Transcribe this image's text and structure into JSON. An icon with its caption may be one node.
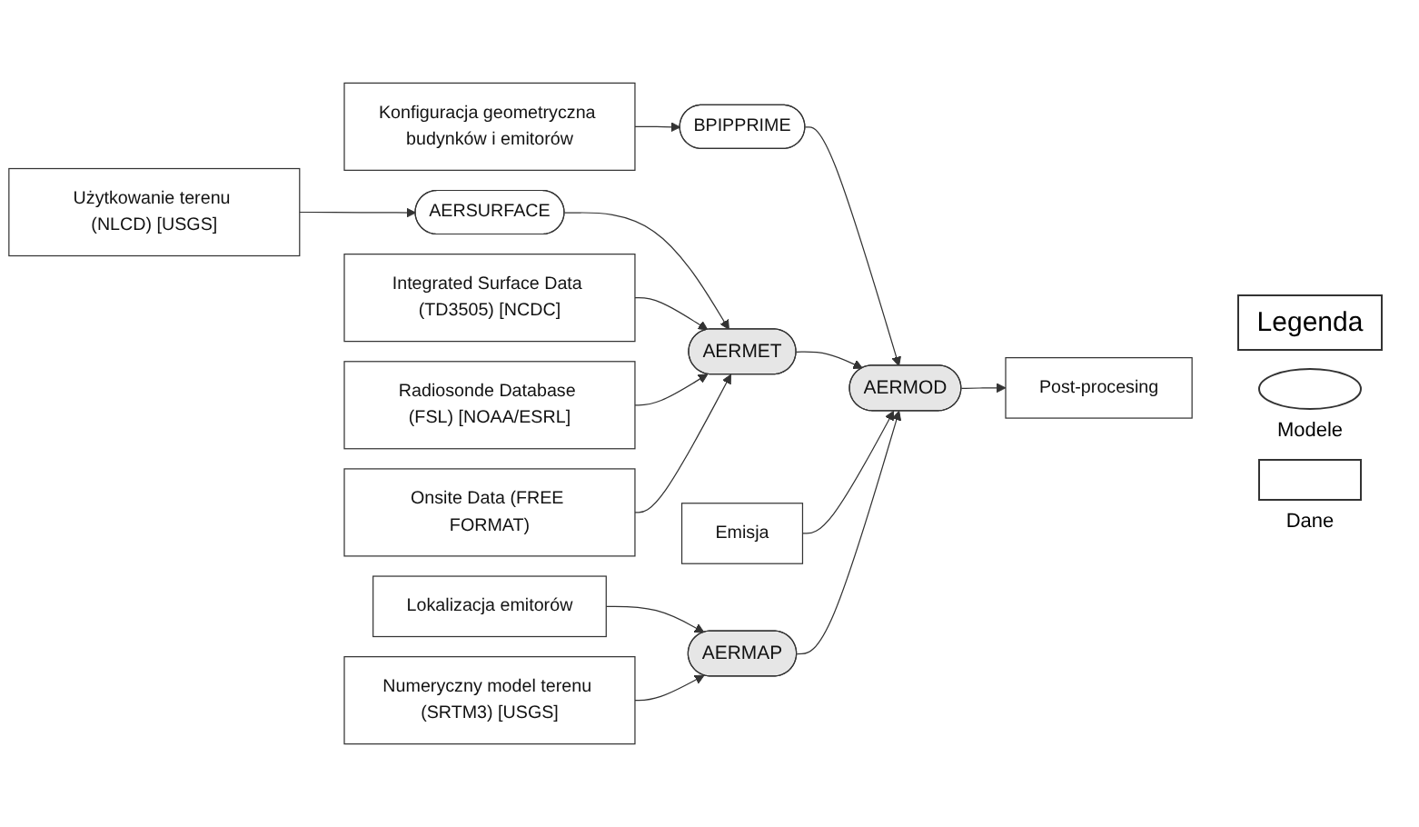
{
  "diagram": {
    "nodes": [
      {
        "text": [
          "Użytkowanie terenu (NLCD) [USGS]"
        ]
      },
      {
        "text": [
          "Konfiguracja geometryczna budynków i emitorów"
        ]
      },
      {
        "text": [
          "AERSURFACE"
        ]
      },
      {
        "text": [
          "BPIPPRIME"
        ]
      },
      {
        "text": [
          "Integrated Surface Data (TD3505) [NCDC]"
        ]
      },
      {
        "text": [
          "Radiosonde Database (FSL) [NOAA/ESRL]"
        ]
      },
      {
        "text": [
          "AERMET"
        ]
      },
      {
        "text": [
          "AERMOD"
        ]
      },
      {
        "text": [
          "Post-procesing"
        ]
      },
      {
        "text": [
          "Onsite Data (FREE FORMAT)"
        ]
      },
      {
        "text": [
          "Emisja"
        ]
      },
      {
        "text": [
          "Lokalizacja emitorów"
        ]
      },
      {
        "text": [
          "Numeryczny model terenu (SRTM3) [USGS]"
        ]
      },
      {
        "text": [
          "AERMAP"
        ]
      }
    ],
    "edges": [
      {
        "from": 0,
        "to": 2,
        "arrow": "to"
      },
      {
        "from": 1,
        "to": 3,
        "arrow": "to"
      },
      {
        "from": 2,
        "to": 6,
        "arrow": "to"
      },
      {
        "from": 3,
        "to": 7,
        "arrow": "to"
      },
      {
        "from": 4,
        "to": 6,
        "arrow": "to"
      },
      {
        "from": 5,
        "to": 6,
        "arrow": "to"
      },
      {
        "from": 9,
        "to": 6,
        "arrow": "to"
      },
      {
        "from": 6,
        "to": 7,
        "arrow": "to"
      },
      {
        "from": 10,
        "to": 7,
        "arrow": "to"
      },
      {
        "from": 7,
        "to": 8,
        "arrow": "to"
      },
      {
        "from": 13,
        "to": 7,
        "arrow": "to"
      },
      {
        "from": 11,
        "to": 13,
        "arrow": "to"
      },
      {
        "from": 12,
        "to": 13,
        "arrow": "to"
      }
    ],
    "labels": [
      "Legenda"
    ],
    "legend": [
      {
        "text": "Modele"
      },
      {
        "text": "Dane"
      }
    ]
  }
}
